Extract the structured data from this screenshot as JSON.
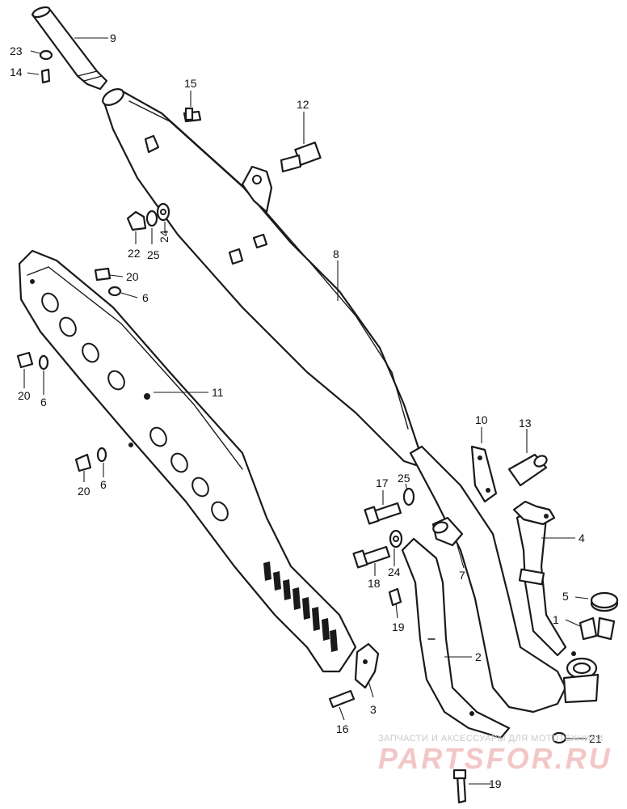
{
  "diagram": {
    "callouts": [
      {
        "id": "9",
        "label": "9"
      },
      {
        "id": "23",
        "label": "23"
      },
      {
        "id": "14",
        "label": "14"
      },
      {
        "id": "15",
        "label": "15"
      },
      {
        "id": "12",
        "label": "12"
      },
      {
        "id": "22",
        "label": "22"
      },
      {
        "id": "25a",
        "label": "25"
      },
      {
        "id": "24a",
        "label": "24"
      },
      {
        "id": "20a",
        "label": "20"
      },
      {
        "id": "6a",
        "label": "6"
      },
      {
        "id": "8",
        "label": "8"
      },
      {
        "id": "20b",
        "label": "20"
      },
      {
        "id": "6b",
        "label": "6"
      },
      {
        "id": "11",
        "label": "11"
      },
      {
        "id": "20c",
        "label": "20"
      },
      {
        "id": "6c",
        "label": "6"
      },
      {
        "id": "10",
        "label": "10"
      },
      {
        "id": "13",
        "label": "13"
      },
      {
        "id": "17",
        "label": "17"
      },
      {
        "id": "25b",
        "label": "25"
      },
      {
        "id": "4",
        "label": "4"
      },
      {
        "id": "18",
        "label": "18"
      },
      {
        "id": "24b",
        "label": "24"
      },
      {
        "id": "7",
        "label": "7"
      },
      {
        "id": "5",
        "label": "5"
      },
      {
        "id": "1",
        "label": "1"
      },
      {
        "id": "19a",
        "label": "19"
      },
      {
        "id": "2",
        "label": "2"
      },
      {
        "id": "3",
        "label": "3"
      },
      {
        "id": "16",
        "label": "16"
      },
      {
        "id": "21",
        "label": "21"
      },
      {
        "id": "19b",
        "label": "19"
      }
    ]
  },
  "watermark": {
    "caption": "ЗАПЧАСТИ И АКСЕССУАРЫ ДЛЯ МОТОТЕХНИКИ",
    "logo": "PARTSFOR.RU",
    "color": "#e05050"
  }
}
